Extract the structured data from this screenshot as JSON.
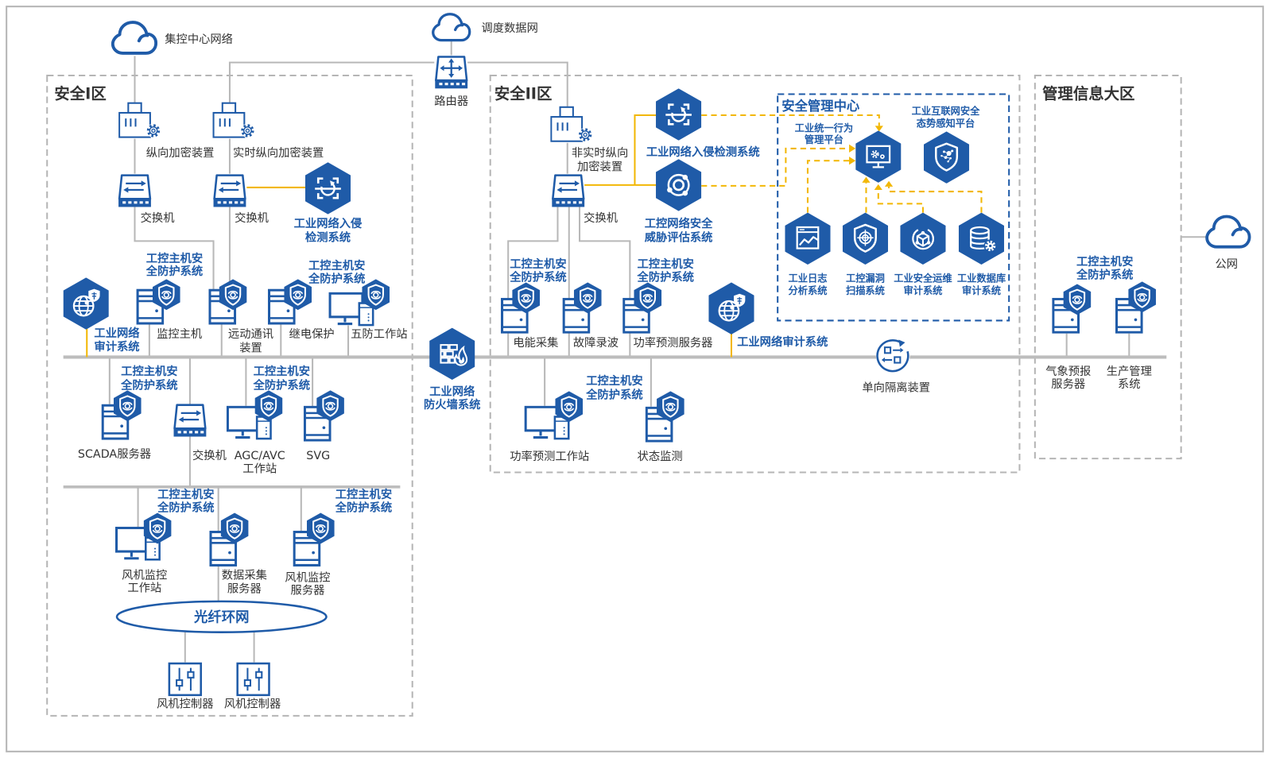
{
  "colors": {
    "primary_blue": "#1f5ba8",
    "accent_orange": "#f2b705",
    "line_gray": "#b8b8b8",
    "text_dark": "#333333"
  },
  "external_networks": {
    "central_control": "集控中心网络",
    "dispatch_data": "调度数据网",
    "public": "公网"
  },
  "router": {
    "label": "路由器"
  },
  "firewall": {
    "label": [
      "工业网络",
      "防火墙系统"
    ]
  },
  "host_protection_label": [
    "工控主机安",
    "全防护系统"
  ],
  "zone1": {
    "title": "安全I区",
    "longitudinal_encryption": "纵向加密装置",
    "realtime_encryption": "实时纵向加密装置",
    "switch_label": "交换机",
    "ids_label": [
      "工业网络入侵",
      "检测系统"
    ],
    "audit_label": [
      "工业网络",
      "审计系统"
    ],
    "upper_hosts": [
      {
        "label": [
          "监控主机"
        ]
      },
      {
        "label": [
          "远动通讯",
          "装置"
        ]
      },
      {
        "label": [
          "继电保护"
        ]
      },
      {
        "label": [
          "五防工作站"
        ]
      }
    ],
    "lower_hosts": [
      {
        "label": [
          "SCADA服务器"
        ]
      },
      {
        "label": [
          "交换机"
        ]
      },
      {
        "label": [
          "AGC/AVC",
          "工作站"
        ]
      },
      {
        "label": [
          "SVG"
        ]
      }
    ],
    "field_hosts": [
      {
        "label": [
          "风机监控",
          "工作站"
        ]
      },
      {
        "label": [
          "数据采集",
          "服务器"
        ]
      },
      {
        "label": [
          "风机监控",
          "服务器"
        ]
      }
    ],
    "fiber_ring": "光纤环网",
    "controllers": [
      {
        "label": "风机控制器"
      },
      {
        "label": "风机控制器"
      }
    ]
  },
  "zone2": {
    "title": "安全II区",
    "non_realtime_encryption": [
      "非实时纵向",
      "加密装置"
    ],
    "switch_label": "交换机",
    "ids_label": "工业网络入侵检测系统",
    "threat_assessment_label": [
      "工控网络安全",
      "威胁评估系统"
    ],
    "audit_label": "工业网络审计系统",
    "upper_hosts": [
      {
        "label": "电能采集"
      },
      {
        "label": "故障录波"
      },
      {
        "label": "功率预测服务器"
      }
    ],
    "lower_hosts": [
      {
        "label": "功率预测工作站"
      },
      {
        "label": "状态监测"
      }
    ],
    "isolation_label": "单向隔离装置"
  },
  "security_center": {
    "title": "安全管理中心",
    "behavior_platform": [
      "工业统一行为",
      "管理平台"
    ],
    "awareness_platform": [
      "工业互联网安全",
      "态势感知平台"
    ],
    "systems": [
      {
        "label": [
          "工业日志",
          "分析系统"
        ]
      },
      {
        "label": [
          "工控漏洞",
          "扫描系统"
        ]
      },
      {
        "label": [
          "工业安全运维",
          "审计系统"
        ]
      },
      {
        "label": [
          "工业数据库",
          "审计系统"
        ]
      }
    ]
  },
  "zone_mis": {
    "title": "管理信息大区",
    "hosts": [
      {
        "label": [
          "气象预报",
          "服务器"
        ]
      },
      {
        "label": [
          "生产管理",
          "系统"
        ]
      }
    ]
  }
}
